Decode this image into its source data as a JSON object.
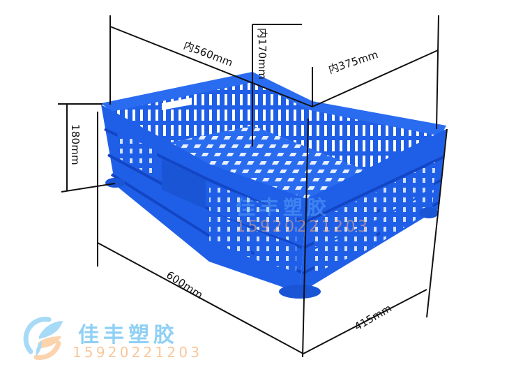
{
  "product": {
    "type": "plastic-crate",
    "color": "#1f5fe8",
    "color_dark": "#1346c4",
    "color_light": "#3f7ff5"
  },
  "dimensions": {
    "inner_length": "内560mm",
    "inner_height": "内170mm",
    "inner_width": "内375mm",
    "outer_height": "180mm",
    "outer_length": "600mm",
    "outer_width": "415mm"
  },
  "brand": {
    "name": "佳丰塑胶",
    "phone": "15920221203",
    "logo_icon": "leaf-swoosh-icon",
    "logo_colors": {
      "blue": "#8fd0f5",
      "orange": "#f8c79b"
    }
  },
  "watermark": {
    "name": "佳丰塑胶",
    "phone": "15920221203"
  },
  "line_color": "#111111"
}
